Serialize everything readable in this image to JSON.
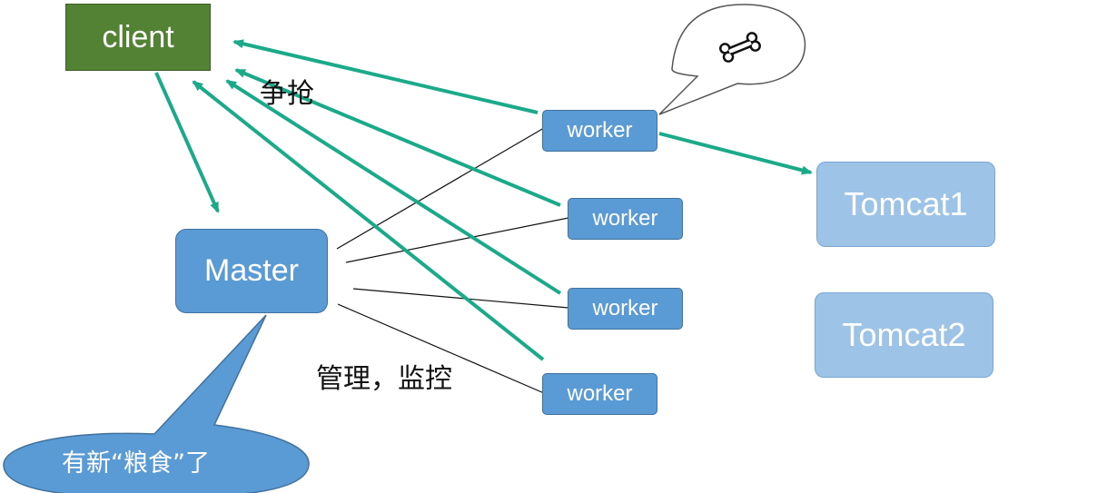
{
  "nodes": {
    "client": "client",
    "master": "Master",
    "workers": [
      "worker",
      "worker",
      "worker",
      "worker"
    ],
    "tomcats": [
      "Tomcat1",
      "Tomcat2"
    ]
  },
  "labels": {
    "compete": "争抢",
    "manage": "管理，监控"
  },
  "bubbles": {
    "master_speech": "有新“粮食”了",
    "worker_thought_icon": "bone-icon"
  },
  "colors": {
    "arrow": "#1aaa8a",
    "client_fill": "#548235",
    "node_fill": "#5b9bd5",
    "tomcat_fill": "#9dc3e6",
    "line": "#111111"
  }
}
